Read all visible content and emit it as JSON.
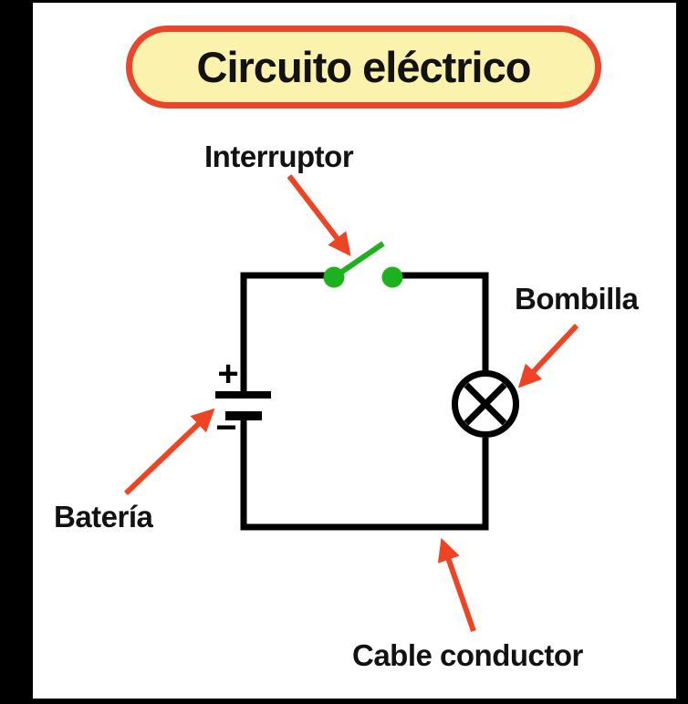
{
  "title": "Circuito eléctrico",
  "labels": {
    "interruptor": "Interruptor",
    "bombilla": "Bombilla",
    "bateria": "Batería",
    "cable_conductor": "Cable conductor"
  },
  "battery": {
    "plus_terminal": "+",
    "minus_terminal": "−"
  },
  "symbols": {
    "battery": "battery-cell-symbol",
    "switch": "open-switch-symbol",
    "bulb": "lamp-circle-cross-symbol",
    "wire": "rectangular-wire-loop",
    "pointer": "red-arrow"
  },
  "colors": {
    "frame": "#000000",
    "background": "#ffffff",
    "wire": "#000000",
    "switch_green": "#1eb11e",
    "arrow_red": "#ee4424",
    "title_fill": "#fbf2ae",
    "title_border": "#e8472b",
    "text": "#121212"
  }
}
